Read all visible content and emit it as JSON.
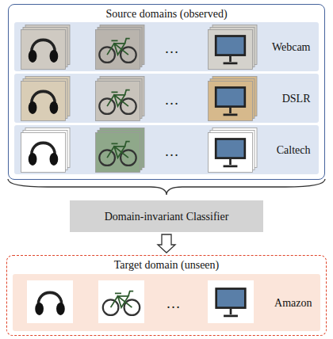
{
  "diagram": {
    "nodes": [
      {
        "text": [
          "Source domains (observed)"
        ]
      },
      {
        "text": [
          "Webcam"
        ],
        "in": 0
      },
      {
        "text": [
          "DSLR"
        ],
        "in": 0
      },
      {
        "text": [
          "Caltech"
        ],
        "in": 0
      },
      {
        "text": [
          "Domain-invariant Classifier"
        ]
      },
      {
        "text": [
          "Target domain (unseen)"
        ]
      },
      {
        "text": [
          "Amazon"
        ],
        "in": 5
      }
    ],
    "edges": [
      {
        "from": 4,
        "to": 5,
        "arrow": "to"
      }
    ],
    "labels": [
      "…",
      "…",
      "…",
      "…"
    ]
  }
}
